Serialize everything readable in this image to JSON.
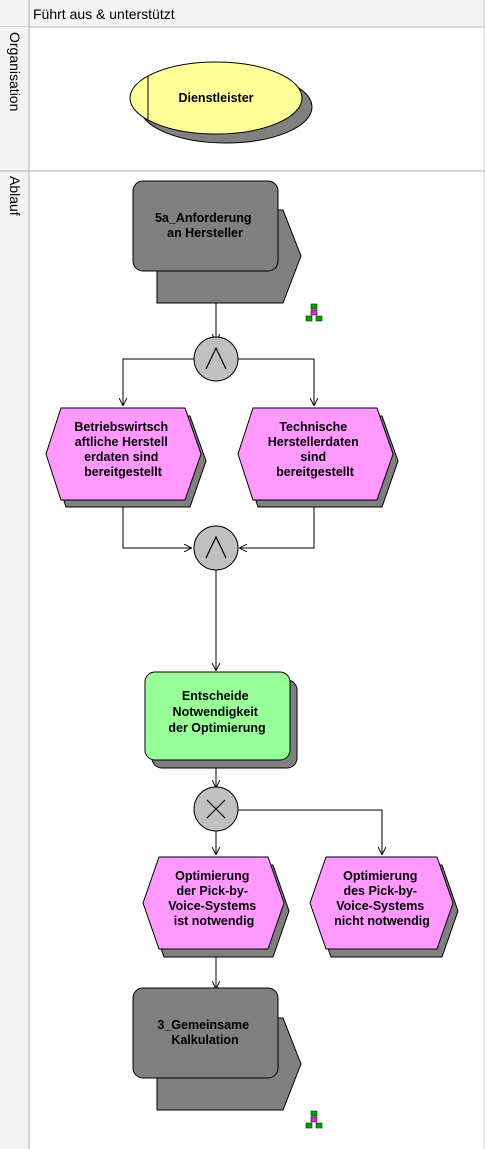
{
  "header": {
    "title": "Führt aus & unterstützt"
  },
  "lanes": [
    {
      "id": "organisation",
      "label": "Organisation"
    },
    {
      "id": "ablauf",
      "label": "Ablauf"
    }
  ],
  "colors": {
    "organisation_unit": "#ffff99",
    "process_interface": "#808080",
    "event": "#ff99ff",
    "function": "#99ff99",
    "operator": "#c0c0c0",
    "lane_bg": "#f4f4f4"
  },
  "nodes": {
    "dienstleister": {
      "type": "organisation-unit",
      "lines": [
        "Dienstleister"
      ]
    },
    "anforderung": {
      "type": "process-interface",
      "lines": [
        "5a_Anforderung",
        "an Hersteller"
      ]
    },
    "and_split": {
      "type": "operator-and",
      "symbol": "∧"
    },
    "event_betrieb": {
      "type": "event",
      "lines": [
        "Betriebswirtsch",
        "aftliche Herstell",
        "erdaten sind",
        "bereitgestellt"
      ]
    },
    "event_technisch": {
      "type": "event",
      "lines": [
        "Technische",
        "Herstellerdaten",
        "sind",
        "bereitgestellt"
      ]
    },
    "and_join": {
      "type": "operator-and",
      "symbol": "∧"
    },
    "entscheide": {
      "type": "function",
      "lines": [
        "Entscheide",
        "Notwendigkeit",
        "der Optimierung"
      ]
    },
    "xor_split": {
      "type": "operator-xor",
      "symbol": "×"
    },
    "event_notwendig": {
      "type": "event",
      "lines": [
        "Optimierung",
        "der Pick-by-",
        "Voice-Systems",
        "ist notwendig"
      ]
    },
    "event_nicht_notwendig": {
      "type": "event",
      "lines": [
        "Optimierung",
        "des Pick-by-",
        "Voice-Systems",
        "nicht notwendig"
      ]
    },
    "gemeinsame": {
      "type": "process-interface",
      "lines": [
        "3_Gemeinsame",
        "Kalkulation"
      ]
    }
  },
  "icons": [
    "hierarchy-icon",
    "hierarchy-icon"
  ]
}
